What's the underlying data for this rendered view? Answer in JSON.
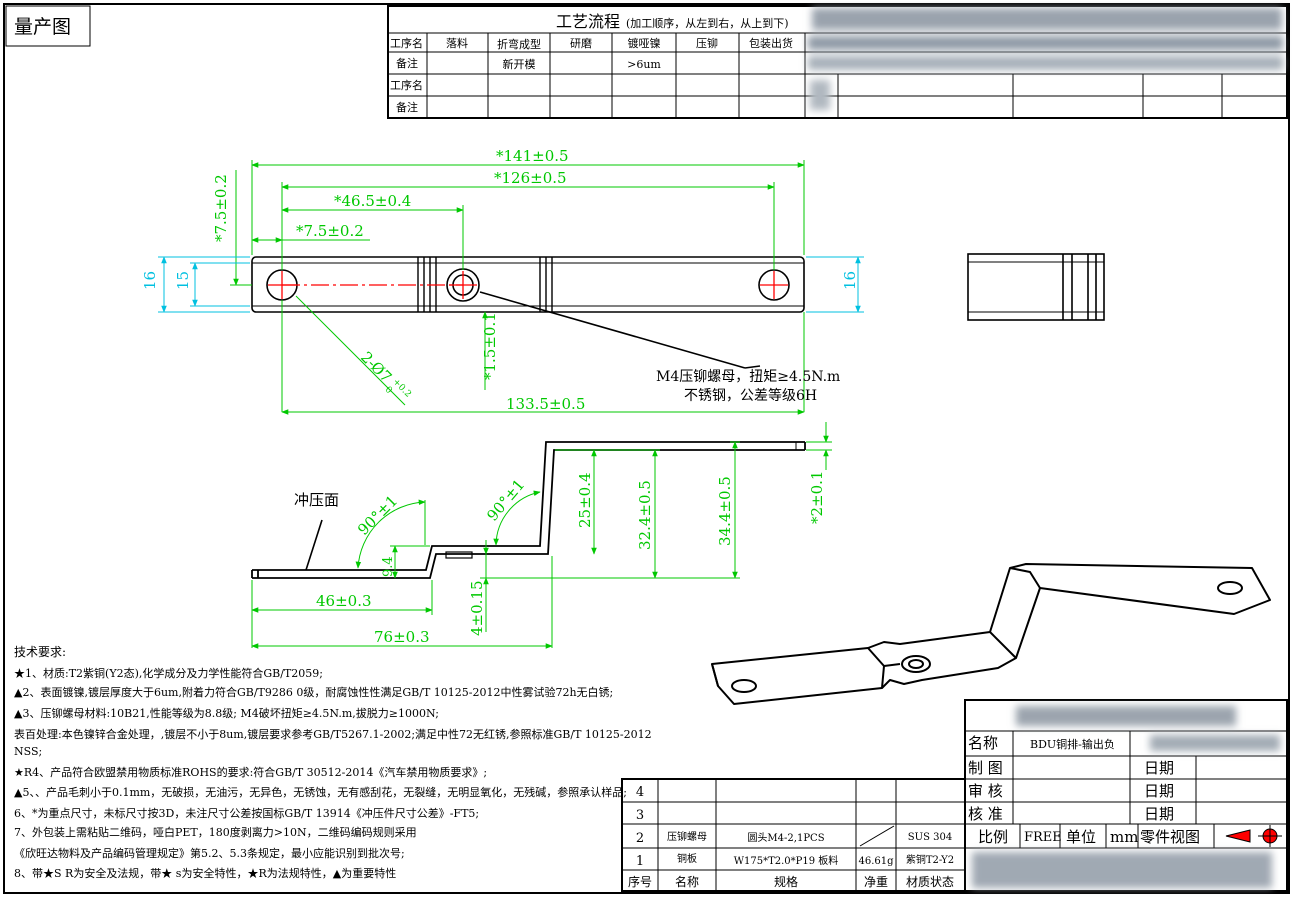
{
  "sheet": {
    "stamp": "量产图",
    "process": {
      "title": "工艺流程",
      "title_note": "(加工顺序，从左到右，从上到下)",
      "row1_label": "工序名",
      "row2_label": "备注",
      "row3_label": "工序名",
      "row4_label": "备注",
      "steps": [
        "落料",
        "折弯成型",
        "研磨",
        "镀哑镍",
        "压铆",
        "包装出货"
      ],
      "notes": [
        "",
        "新开模",
        "",
        ">6um",
        "",
        ""
      ]
    },
    "top_view": {
      "dims": [
        "*141±0.5",
        "*126±0.5",
        "*46.5±0.4",
        "*7.5±0.2",
        "*7.5±0.2",
        "16",
        "15",
        "16",
        "*1.5±0.1",
        "133.5±0.5"
      ],
      "hole_dim_prefix": "2-",
      "hole_dim_main": "Ø7",
      "hole_dim_tol_up": "0",
      "hole_dim_tol_low": "+0.2",
      "callout_line1": "M4压铆螺母，扭矩≥4.5N.m",
      "callout_line2": "不锈钢，公差等级6H"
    },
    "side_view": {
      "dims": [
        "90°±1",
        "90°±1",
        "9.4",
        "25±0.4",
        "32.4±0.5",
        "34.4±0.5",
        "*2±0.1",
        "46±0.3",
        "4±0.15",
        "76±0.3"
      ],
      "press_face_label": "冲压面"
    },
    "tech_requirements": {
      "heading": "技术要求:",
      "lines": [
        "★1、材质:T2紫铜(Y2态),化学成分及力学性能符合GB/T2059;",
        "▲2、表面镀镍,镀层厚度大于6um,附着力符合GB/T9286 0级，耐腐蚀性性满足GB/T  10125-2012中性雾试验72h无白锈;",
        "▲3、压铆螺母材料:10B21,性能等级为8.8级; M4破坏扭矩≥4.5N.m,拔脱力≥1000N;",
        "表百处理:本色镍锌合金处理，,镀层不小于8um,镀层要求参考GB/T5267.1-2002;满足中性72无红锈,参照标准GB/T 10125-2012",
        "NSS;",
        "★R4、产品符合欧盟禁用物质标准ROHS的要求:符合GB/T 30512-2014《汽车禁用物质要求》;",
        "▲5、、产品毛刺小于0.1mm，无破损，无油污，无异色，无锈蚀，无有感刮花，无裂缝，无明显氧化，无残碱，参照承认样品;",
        "6、*为重点尺寸，未标尺寸按3D，未注尺寸公差按国标GB/T 13914《冲压件尺寸公差》-FT5;",
        "7、外包装上需粘贴二维码，哑白PET，180度剥离力>10N，二维码编码规则采用",
        "《欣旺达物料及产品编码管理规定》第5.2、5.3条规定，最小应能识别到批次号;",
        "8、带★S  R为安全及法规，带★ s为安全特性，★R为法规特性，▲为重要特性"
      ]
    },
    "bom": {
      "headers": {
        "no": "序号",
        "name": "名称",
        "spec": "规格",
        "weight": "净重",
        "material": "材质状态"
      },
      "rows": [
        {
          "no": "4",
          "name": "",
          "spec": "",
          "weight": "",
          "material": ""
        },
        {
          "no": "3",
          "name": "",
          "spec": "",
          "weight": "",
          "material": ""
        },
        {
          "no": "2",
          "name": "压铆螺母",
          "spec": "圆头M4-2,1PCS",
          "weight": "",
          "material": "SUS 304"
        },
        {
          "no": "1",
          "name": "铜板",
          "spec": "W175*T2.0*P19 板料",
          "weight": "46.61g",
          "material": "紫铜T2-Y2"
        }
      ]
    },
    "title_block": {
      "name_label": "名称",
      "name_value": "BDU铜排-输出负",
      "drawn_label": "制 图",
      "checked_label": "审 核",
      "approved_label": "核 准",
      "date_label": "日期",
      "scale_label": "比例",
      "scale_value": "FREE",
      "unit_label": "单位",
      "unit_value": "mm",
      "view_label": "零件视图"
    },
    "colors": {
      "dim": "#00c800",
      "dim2": "#00c0e0",
      "center": "#ff0000",
      "line": "#000000"
    }
  }
}
